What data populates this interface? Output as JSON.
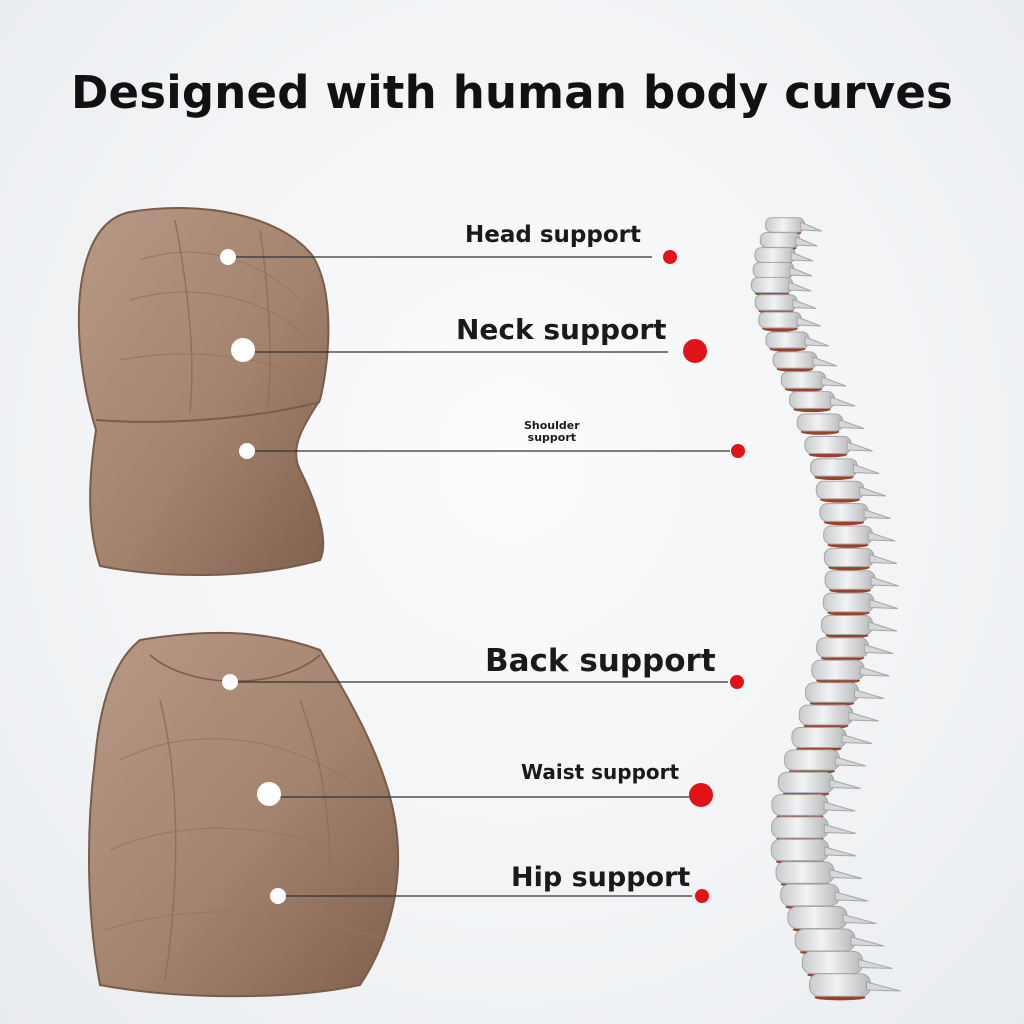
{
  "title": "Designed with human body curves",
  "labels": {
    "head": "Head support",
    "neck": "Neck support",
    "shoulder_line1": "Shoulder",
    "shoulder_line2": "support",
    "back": "Back support",
    "waist": "Waist support",
    "hip": "Hip support"
  },
  "colors": {
    "pillow": "#a88872",
    "pillow_dark": "#8a6a56",
    "marker": "#e01418",
    "disc": "#9c3f2c",
    "bone": "#e4e5e6"
  }
}
